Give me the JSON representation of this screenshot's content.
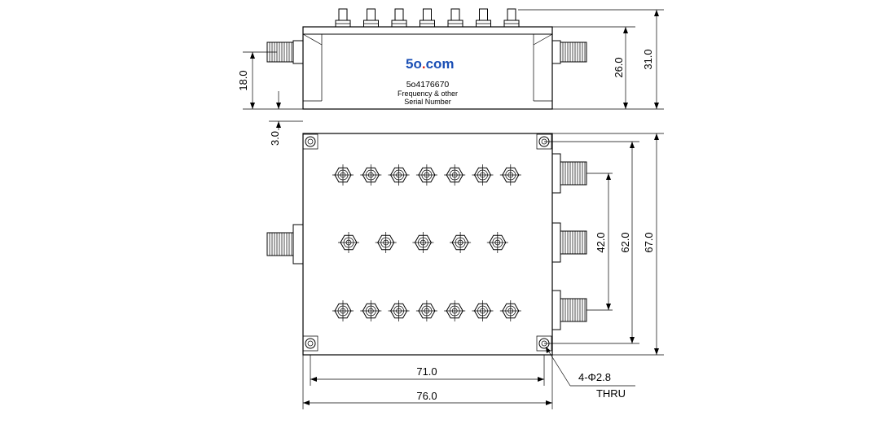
{
  "logo": {
    "text_blue": "5o",
    "text_dot": ".",
    "text_com": "com",
    "color_blue": "#1a4fb5",
    "color_red": "#e0261b"
  },
  "label": {
    "model": "5o4176670",
    "line2": "Frequency & other",
    "line3": "Serial Number"
  },
  "side_view": {
    "dims": {
      "height_18": "18.0",
      "offset_3": "3.0",
      "height_26": "26.0",
      "height_31": "31.0"
    },
    "tuning_screw_count": 7
  },
  "top_view": {
    "dims": {
      "width_71": "71.0",
      "width_76": "76.0",
      "spacing_42": "42.0",
      "height_62": "62.0",
      "height_67": "67.0"
    },
    "hole_note_line1": "4-Φ2.8",
    "hole_note_line2": "THRU",
    "screw_rows": [
      7,
      5,
      7
    ],
    "output_connectors": 3,
    "input_connectors": 1
  }
}
